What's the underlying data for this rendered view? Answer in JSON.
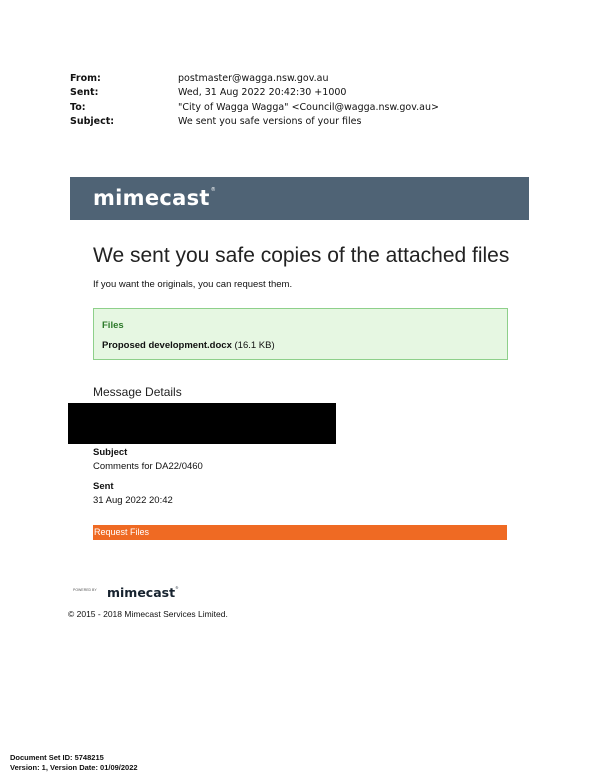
{
  "header": {
    "rows": [
      {
        "label": "From:",
        "value": "postmaster@wagga.nsw.gov.au"
      },
      {
        "label": "Sent:",
        "value": "Wed, 31 Aug 2022 20:42:30 +1000"
      },
      {
        "label": "To:",
        "value": "\"City of Wagga Wagga\" <Council@wagga.nsw.gov.au>"
      },
      {
        "label": "Subject:",
        "value": "We sent you safe versions of your files"
      }
    ]
  },
  "banner": {
    "logo_text": "mimecast",
    "logo_mark": "®"
  },
  "main": {
    "heading": "We sent you safe copies of the attached files",
    "subtext": "If you want the originals, you can request them.",
    "files_title": "Files",
    "file_name": "Proposed development.docx",
    "file_size": "(16.1 KB)",
    "details_heading": "Message Details",
    "subject_label": "Subject",
    "subject_value": "Comments for DA22/0460",
    "sent_label": "Sent",
    "sent_value": "31 Aug 2022 20:42",
    "request_button": "Request Files"
  },
  "footer": {
    "powered_by": "POWERED BY",
    "logo_text": "mimecast",
    "logo_mark": "®",
    "copyright": "© 2015 - 2018 Mimecast Services Limited."
  },
  "docset": {
    "line1": "Document Set ID: 5748215",
    "line2": "Version: 1, Version Date: 01/09/2022"
  },
  "colors": {
    "banner": "#4f6375",
    "button": "#ef6a23",
    "files_bg": "#e6f7e2",
    "files_title": "#2d7a2a"
  }
}
